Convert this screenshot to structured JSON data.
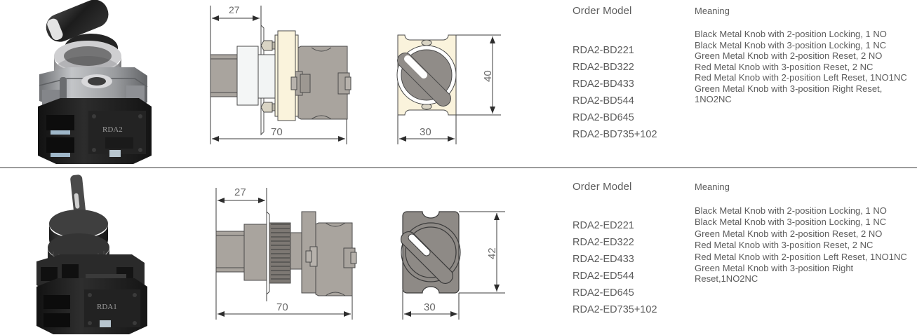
{
  "sections": [
    {
      "id": "metal-bezel",
      "photo": {
        "alt_name": "metal-bezel-selector-switch-photo",
        "bezel_color": "#b9b9bb",
        "knob_color": "#2b2b2b",
        "body_color": "#1f1f1f",
        "brand_mark": "RDA2"
      },
      "side_view": {
        "name": "side-view-drawing",
        "dim_depth_front": "27",
        "dim_depth_total": "70",
        "flange_color": "#faf3dc",
        "body_color": "#a9a49e"
      },
      "front_view": {
        "name": "front-view-drawing",
        "dim_width": "30",
        "dim_height": "40",
        "plate_color": "#faf3dc",
        "knob_color": "#908c88",
        "ring_color": "#ffffff"
      },
      "table": {
        "header_model": "Order Model",
        "header_meaning": "Meaning",
        "models": [
          "RDA2-BD221",
          "RDA2-BD322",
          "RDA2-BD433",
          "RDA2-BD544",
          "RDA2-BD645",
          "RDA2-BD735+102"
        ],
        "meanings": [
          "Black Metal Knob with 2-position Locking, 1 NO",
          "Black Metal Knob with 3-position Locking, 1 NC",
          "Green Metal Knob with 2-position Reset, 2 NO",
          "Red Metal Knob with 3-position Reset, 2 NC",
          "Red Metal Knob with 2-position Left Reset, 1NO1NC",
          "Green Metal Knob with 3-position Right Reset, 1NO2NC"
        ]
      }
    },
    {
      "id": "plastic-bezel",
      "photo": {
        "alt_name": "plastic-bezel-selector-switch-photo",
        "bezel_color": "#2e2e2e",
        "knob_color": "#3a3a3a",
        "body_color": "#1f1f1f",
        "brand_mark": "RDA1"
      },
      "side_view": {
        "name": "side-view-drawing",
        "dim_depth_front": "27",
        "dim_depth_total": "70",
        "flange_color": "#a9a49e",
        "body_color": "#a9a49e"
      },
      "front_view": {
        "name": "front-view-drawing",
        "dim_width": "30",
        "dim_height": "42",
        "plate_color": "#8e8a86",
        "knob_color": "#8e8a86",
        "ring_color": "#6e6a66"
      },
      "table": {
        "header_model": "Order Model",
        "header_meaning": "Meaning",
        "models": [
          "RDA2-ED221",
          "RDA2-ED322",
          "RDA2-ED433",
          "RDA2-ED544",
          "RDA2-ED645",
          "RDA2-ED735+102"
        ],
        "meanings": [
          "Black Metal Knob with 2-position Locking, 1 NO",
          "Black Metal Knob with 3-position Locking, 1 NC",
          "Green Metal Knob with 2-position Reset, 2 NO",
          "Red Metal Knob with 3-position Reset, 2 NC",
          "Red Metal Knob with 2-position Left Reset, 1NO1NC",
          "Green Metal Knob with 3-position Right Reset,1NO2NC"
        ]
      }
    }
  ],
  "style": {
    "text_color": "#5c5c5c",
    "line_color": "#3a3a3a",
    "divider_color": "#3a3a3a"
  }
}
